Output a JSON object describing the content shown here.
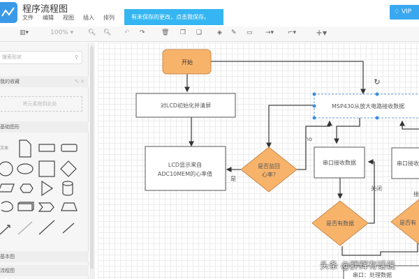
{
  "app": {
    "title": "程序流程图",
    "menu": [
      "文件",
      "编辑",
      "视图",
      "插入",
      "排列"
    ],
    "toast": "有未保存的更改，点击我保存。",
    "vip": "VIP"
  },
  "toolbar": {
    "zoom": "100%"
  },
  "sidebar": {
    "search_placeholder": "搜索形状",
    "favorites": "我的收藏",
    "drop_hint": "将元素拖到此处",
    "basic": "基础图形",
    "text_label": "文本",
    "sec2": "基本图",
    "sec3": "流程图"
  },
  "flow": {
    "start": "开始",
    "init": "对LCD初始化并清屏",
    "display1": "LCD显示来自",
    "display2": "ADC10MEM的心率值",
    "decision1a": "是否监回",
    "decision1b": "心率?",
    "msp": "MSP430从放大电路接收数据",
    "uart": "串口接收数据",
    "decision2": "是否有数据",
    "uart2": "串口接收",
    "decision3": "是否有",
    "no": "no",
    "yes": "是",
    "close": "关闭",
    "recv": "接",
    "bottom": "串口：处理数据"
  },
  "watermark": "头条 @胖辉有话说",
  "colors": {
    "accent": "#35b6f2",
    "node": "#f8b36b"
  }
}
